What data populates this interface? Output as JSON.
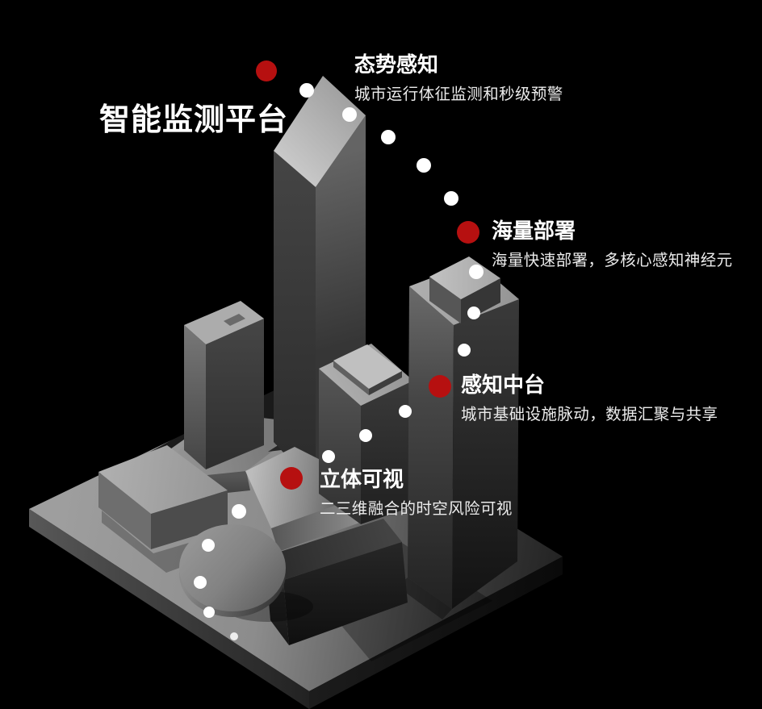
{
  "diagram": {
    "main_title": "智能监测平台",
    "callouts": [
      {
        "title": "态势感知",
        "desc": "城市运行体征监测和秒级预警"
      },
      {
        "title": "海量部署",
        "desc": "海量快速部署，多核心感知神经元"
      },
      {
        "title": "感知中台",
        "desc": "城市基础设施脉动，数据汇聚与共享"
      },
      {
        "title": "立体可视",
        "desc": "二三维融合的时空风险可视"
      }
    ],
    "colors": {
      "background": "#000000",
      "accent_red": "#b61010",
      "dot_white": "#ffffff",
      "building_light": "#a8a8a8",
      "building_dark": "#2e2e2e"
    }
  }
}
